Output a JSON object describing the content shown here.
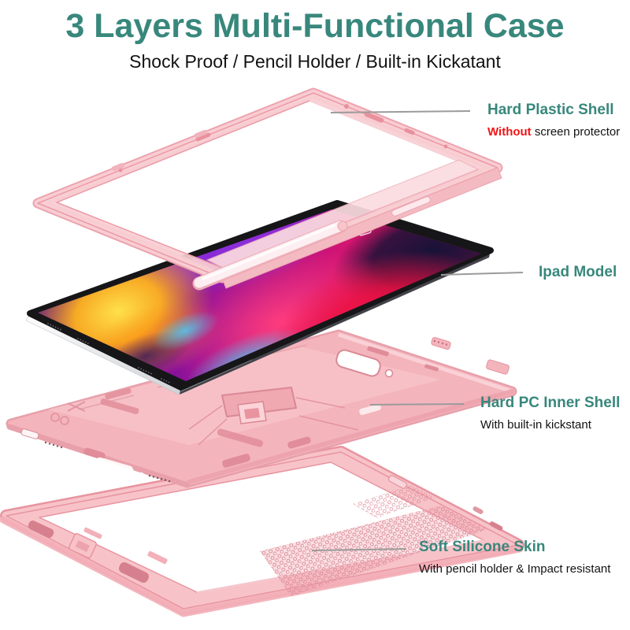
{
  "header": {
    "title": "3 Layers Multi-Functional Case",
    "subtitle": "Shock Proof / Pencil Holder / Built-in Kickatant"
  },
  "annotations": {
    "hard_plastic_shell": {
      "title": "Hard Plastic Shell",
      "note_highlight": "Without",
      "note_rest": " screen protector"
    },
    "ipad_model": {
      "title": "Ipad Model"
    },
    "hard_pc_inner_shell": {
      "title": "Hard PC Inner Shell",
      "note": "With built-in kickstant"
    },
    "soft_silicone_skin": {
      "title": "Soft Silicone Skin",
      "note": "With pencil holder & Impact resistant"
    }
  },
  "product": {
    "layers": [
      "hard-plastic-shell",
      "ipad",
      "hard-pc-inner-shell",
      "soft-silicone-skin"
    ],
    "case_color_name": "Rose Pink"
  },
  "colors": {
    "title_teal": "#38877c",
    "highlight_red": "#f21414",
    "body_text": "#121212",
    "connector_gray": "#9b9b9b",
    "case_pink_light": "#f8cdd3",
    "case_pink": "#f4b4bc",
    "case_pink_edge": "#e8949f",
    "ipad_bezel": "#161618",
    "ipad_silver": "#e9eaec",
    "screen_palette": [
      "#4a0f86",
      "#8e119a",
      "#ef1248",
      "#ffb31f",
      "#ff3d7e",
      "#3fd4ff",
      "#191238"
    ]
  }
}
